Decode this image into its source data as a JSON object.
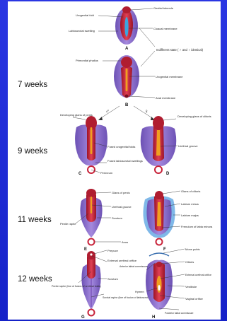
{
  "stages": [
    "7 weeks",
    "9 weeks",
    "11 weeks",
    "12 weeks"
  ],
  "figure_letters": [
    "A",
    "B",
    "C",
    "D",
    "E",
    "F",
    "G",
    "H"
  ],
  "sex_symbols": {
    "male": "♂",
    "female": "♀"
  },
  "labels": {
    "genital_tubercle": "Genital tubercle",
    "urogenital_fold": "Urogenital fold",
    "cloacal_membrane": "Cloacal membrane",
    "labioscrotal_swelling": "Labioscrotal swelling",
    "indifferent_state": "Indifferent state ( ♂ and ♀ identical)",
    "primordial_phallus": "Primordial phallus",
    "urogenital_membrane": "Urogenital membrane",
    "anal_membrane": "Anal membrane",
    "developing_glans_penis": "Developing glans of penis",
    "developing_glans_clitoris": "Developing glans of clitoris",
    "fused_urogenital_folds": "Fused urogenital folds",
    "urethral_groove_9": "Urethral groove",
    "fused_labioscrotal": "Fused labioscrotal swellings",
    "perineum": "Perineum",
    "glans_penis": "Glans of penis",
    "urethral_groove_11": "Urethral groove",
    "scrotum_11": "Scrotum",
    "penile_raphe": "Penile raphe",
    "anus": "Anus",
    "glans_clitoris": "Glans of clitoris",
    "labium_minus": "Labium minus",
    "labium_majus": "Labium majus",
    "frenulum": "Frenulum of labia minora",
    "prepuce": "Prepuce",
    "external_urethral_orifice_m": "External urethral orifice",
    "scrotum_12": "Scrotum",
    "penile_raphe_12": "Penile raphe (line of fusion of urethral folds)",
    "scrotal_raphe": "Scrotal raphe (line of fusion of labioscrotal swellings)",
    "mons_pubis": "Mons pubis",
    "clitoris": "Clitoris",
    "anterior_labial_commissure": "Anterior labial commissure",
    "external_urethral_orifice_f": "External urethral orifice",
    "hymen": "Hymen",
    "vestibule": "Vestibule",
    "vaginal_orifice": "Vaginal orifice",
    "posterior_labial_commissure": "Posterior labial commissure"
  },
  "colors": {
    "background": "#1d2bd6",
    "swelling": "#8a6cc8",
    "fold": "#c8233a",
    "tubercle": "#b01d30",
    "groove": "#f0a020"
  }
}
